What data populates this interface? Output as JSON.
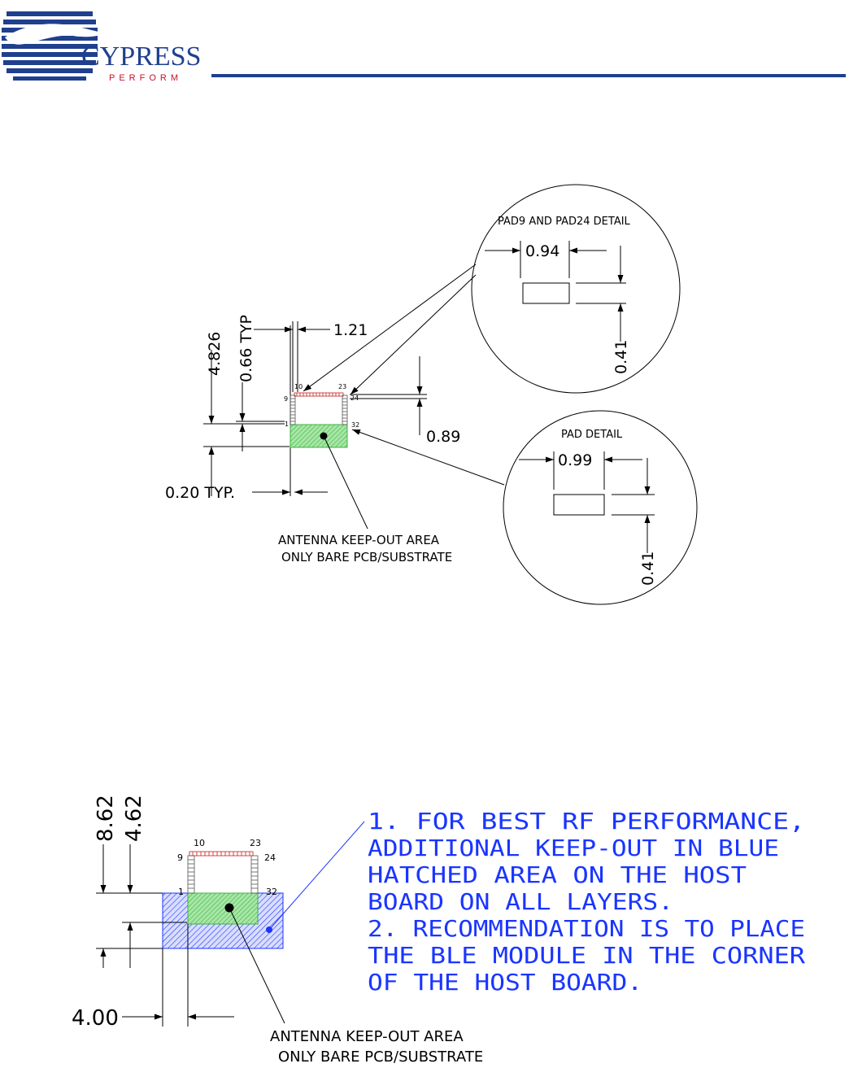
{
  "header": {
    "brand_name": "CYPRESS",
    "brand_tagline": "PERFORM",
    "colors": {
      "brand_blue": "#1f3f8f",
      "tagline_red": "#c8102e",
      "rule_blue": "#1f3f8f"
    }
  },
  "top_drawing": {
    "pad_numbers": {
      "p1": "1",
      "p9": "9",
      "p10": "10",
      "p23": "23",
      "p24": "24",
      "p32": "32"
    },
    "dimensions": {
      "height_4826": "4.826",
      "pitch_typ": "0.66 TYP",
      "width_121": "1.21",
      "offset_089": "0.89",
      "edge_typ": "0.20 TYP."
    },
    "antenna_note": {
      "line1": "ANTENNA KEEP-OUT AREA",
      "line2": "ONLY BARE PCB/SUBSTRATE"
    },
    "detail_pad9_24": {
      "title": "PAD9 AND PAD24 DETAIL",
      "width": "0.94",
      "height": "0.41"
    },
    "detail_pad": {
      "title": "PAD DETAIL",
      "width": "0.99",
      "height": "0.41"
    },
    "colors": {
      "antenna_fill": "#9be39b",
      "antenna_hatch": "#3cb43c",
      "pad_red": "#c81e1e"
    }
  },
  "bottom_drawing": {
    "pad_numbers": {
      "p1": "1",
      "p9": "9",
      "p10": "10",
      "p23": "23",
      "p24": "24",
      "p32": "32"
    },
    "dimensions": {
      "d862": "8.62",
      "d462": "4.62",
      "d400": "4.00"
    },
    "notes": [
      "1. FOR BEST RF PERFORMANCE,",
      "ADDITIONAL KEEP-OUT IN BLUE",
      "HATCHED AREA ON THE HOST",
      "BOARD ON ALL LAYERS.",
      "2. RECOMMENDATION IS TO PLACE",
      "THE BLE MODULE IN THE CORNER",
      "OF THE HOST BOARD."
    ],
    "antenna_note": {
      "line1": "ANTENNA KEEP-OUT AREA",
      "line2": "ONLY BARE PCB/SUBSTRATE"
    },
    "colors": {
      "keepout_blue": "#1a35ff",
      "keepout_hatch": "#4a5cff",
      "antenna_fill": "#9be39b"
    }
  }
}
